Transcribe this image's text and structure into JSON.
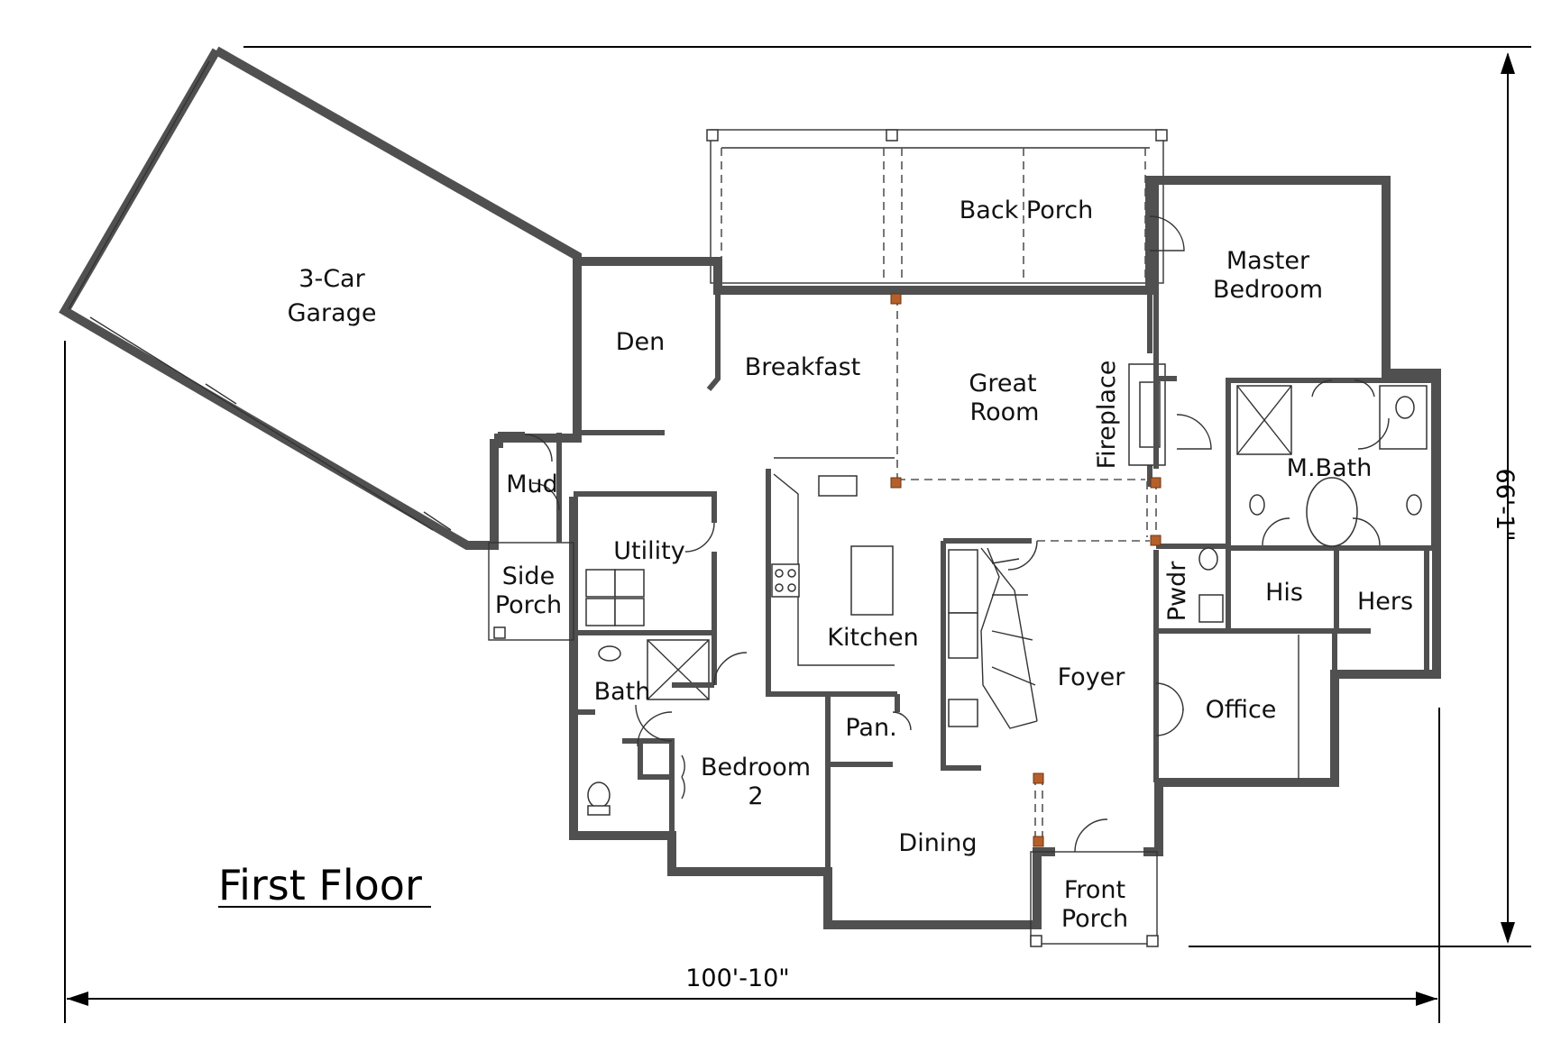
{
  "title": "First Floor",
  "dimensions": {
    "width": "100'-10\"",
    "depth": "66'-1\""
  },
  "rooms": {
    "garage": [
      "3-Car",
      "Garage"
    ],
    "den": "Den",
    "breakfast": "Breakfast",
    "back_porch": "Back Porch",
    "great_room": [
      "Great",
      "Room"
    ],
    "fireplace": "Fireplace",
    "master_bedroom": [
      "Master",
      "Bedroom"
    ],
    "master_bath": "M.Bath",
    "mud": "Mud",
    "side_porch": [
      "Side",
      "Porch"
    ],
    "utility": "Utility",
    "kitchen": "Kitchen",
    "pwdr": "Pwdr",
    "his": "His",
    "hers": "Hers",
    "bath": "Bath",
    "pantry": "Pan.",
    "foyer": "Foyer",
    "office": "Office",
    "bedroom2": [
      "Bedroom",
      "2"
    ],
    "dining": "Dining",
    "front_porch": [
      "Front",
      "Porch"
    ]
  }
}
